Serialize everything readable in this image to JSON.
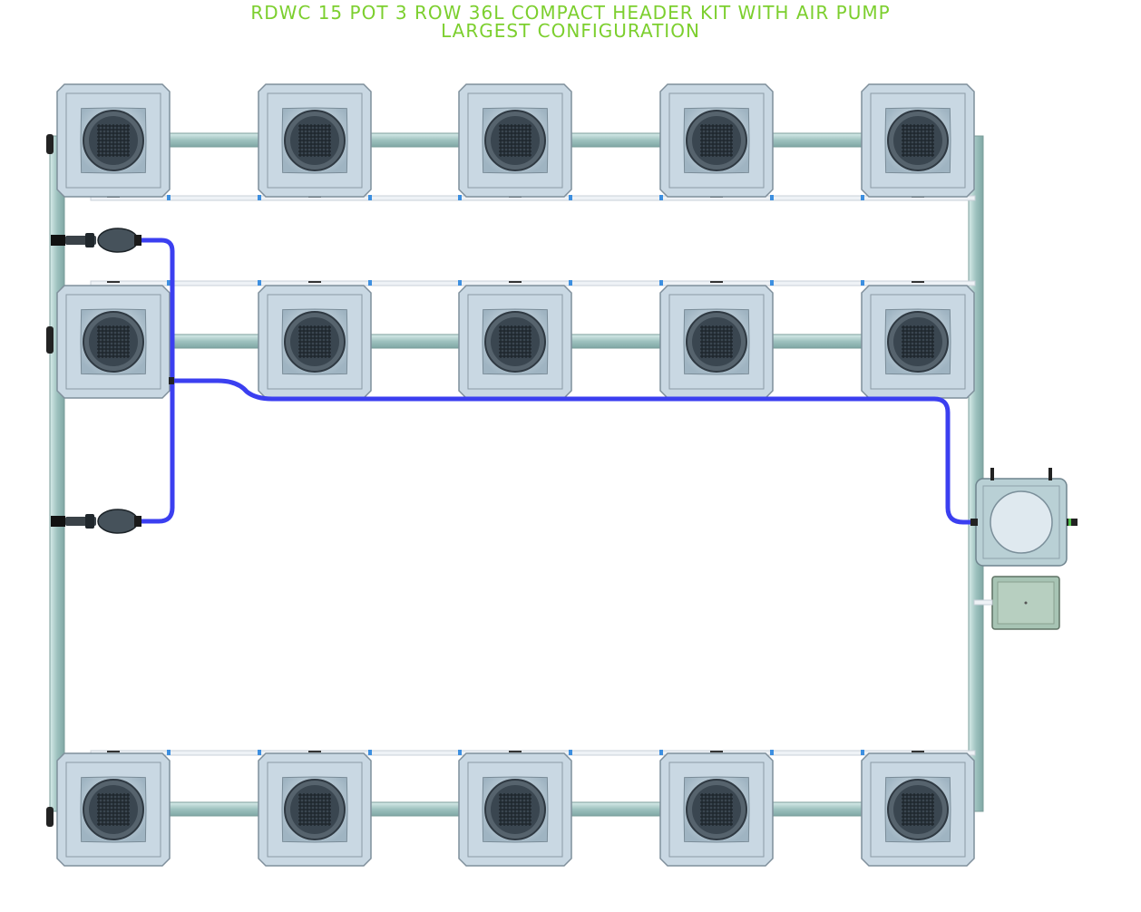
{
  "header": {
    "title_line1": "RDWC 15 POT 3 ROW 36L COMPACT HEADER KIT WITH AIR PUMP",
    "title_line2": "LARGEST CONFIGURATION"
  },
  "layout_grid": {
    "rows": 3,
    "pots_per_row": 5,
    "total_pots": 15
  },
  "colors": {
    "title": "#7ccf2e",
    "pot_body": "#c9d8e3",
    "pot_net": "#3a4650",
    "pipe": "#a9c9c6",
    "air_line": "#3b3ff0",
    "header_tank": "#b9d0d5",
    "air_pump": "#a7c4b4"
  }
}
